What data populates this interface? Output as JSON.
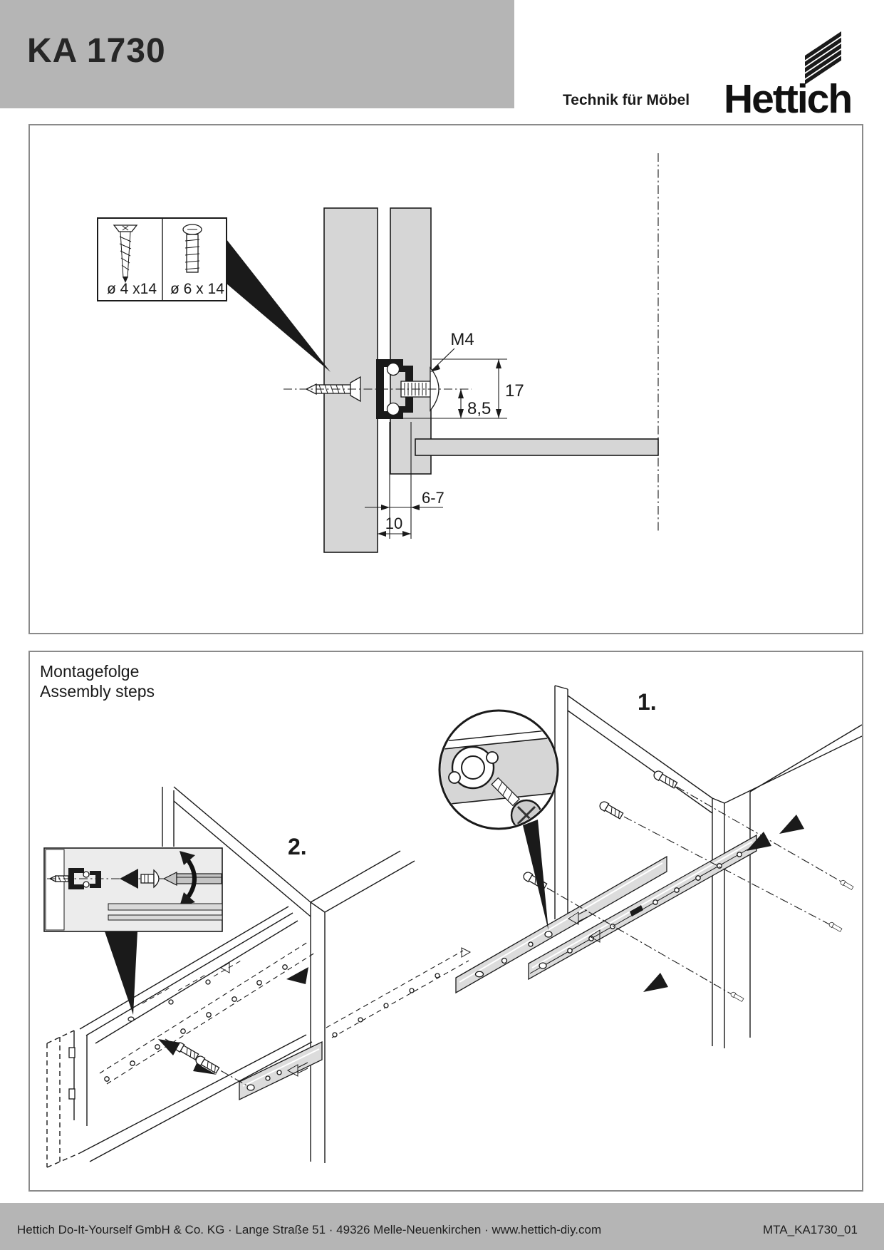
{
  "header": {
    "title": "KA 1730",
    "tagline": "Technik für Möbel",
    "brand": "Hettich"
  },
  "top_drawing": {
    "screw_option_1": "ø 4 x14",
    "screw_option_2": "ø 6 x 14",
    "thread_label": "M4",
    "dim_total_height": "17",
    "dim_center_height": "8,5",
    "dim_gap": "6-7",
    "dim_depth": "10"
  },
  "assembly": {
    "heading_de": "Montagefolge",
    "heading_en": "Assembly steps",
    "step1_label": "1.",
    "step2_label": "2."
  },
  "footer": {
    "company_line": "Hettich Do-It-Yourself GmbH & Co. KG · Lange Straße 51 · 49326 Melle-Neuenkirchen · www.hettich-diy.com",
    "doc_code": "MTA_KA1730_01"
  },
  "colors": {
    "header_gray": "#b5b5b5",
    "panel_border": "#8a8a8a",
    "board_fill": "#d6d6d6",
    "rail_fill": "#dcdcdc",
    "ink": "#1a1a1a"
  }
}
